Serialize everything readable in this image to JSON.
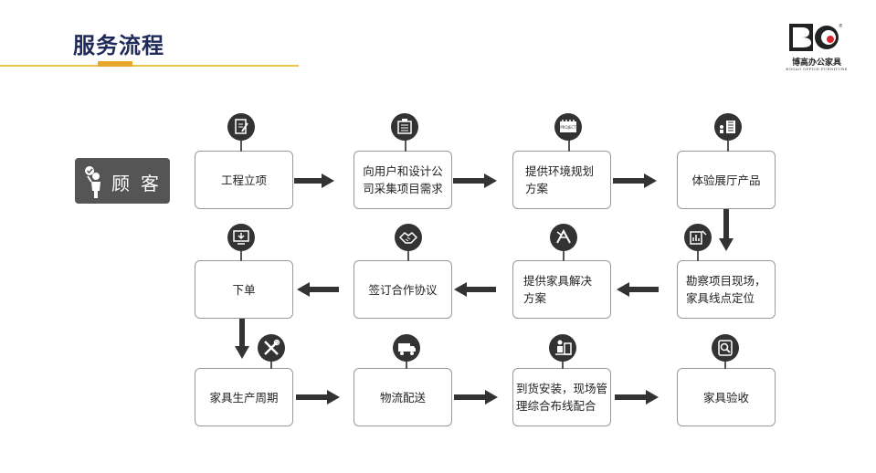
{
  "header": {
    "title": "服务流程"
  },
  "logo": {
    "name": "博高办公家具",
    "sub": "BOGAO OFFICE FURNITURE"
  },
  "customer": {
    "label": "顾客"
  },
  "steps": [
    {
      "label": "工程立项",
      "icon": "document-pen-icon"
    },
    {
      "label": "向用户和设计公司采集项目需求",
      "icon": "briefcase-document-icon"
    },
    {
      "label": "提供环境规划方案",
      "icon": "project-calendar-icon"
    },
    {
      "label": "体验展厅产品",
      "icon": "showroom-building-icon"
    },
    {
      "label": "勘察项目现场，家具线点定位",
      "icon": "survey-chart-icon"
    },
    {
      "label": "提供家具解决方案",
      "icon": "tools-solution-icon"
    },
    {
      "label": "签订合作协议",
      "icon": "handshake-icon"
    },
    {
      "label": "下单",
      "icon": "monitor-download-icon"
    },
    {
      "label": "家具生产周期",
      "icon": "wrench-screwdriver-icon"
    },
    {
      "label": "物流配送",
      "icon": "delivery-truck-icon"
    },
    {
      "label": "到货安装，现场管理综合布线配合",
      "icon": "installer-worker-icon"
    },
    {
      "label": "家具验收",
      "icon": "inspection-magnifier-icon"
    }
  ],
  "colors": {
    "title": "#1e2a5a",
    "accent": "#e8a72a",
    "arrow": "#333333",
    "icon_bg": "#333333"
  }
}
